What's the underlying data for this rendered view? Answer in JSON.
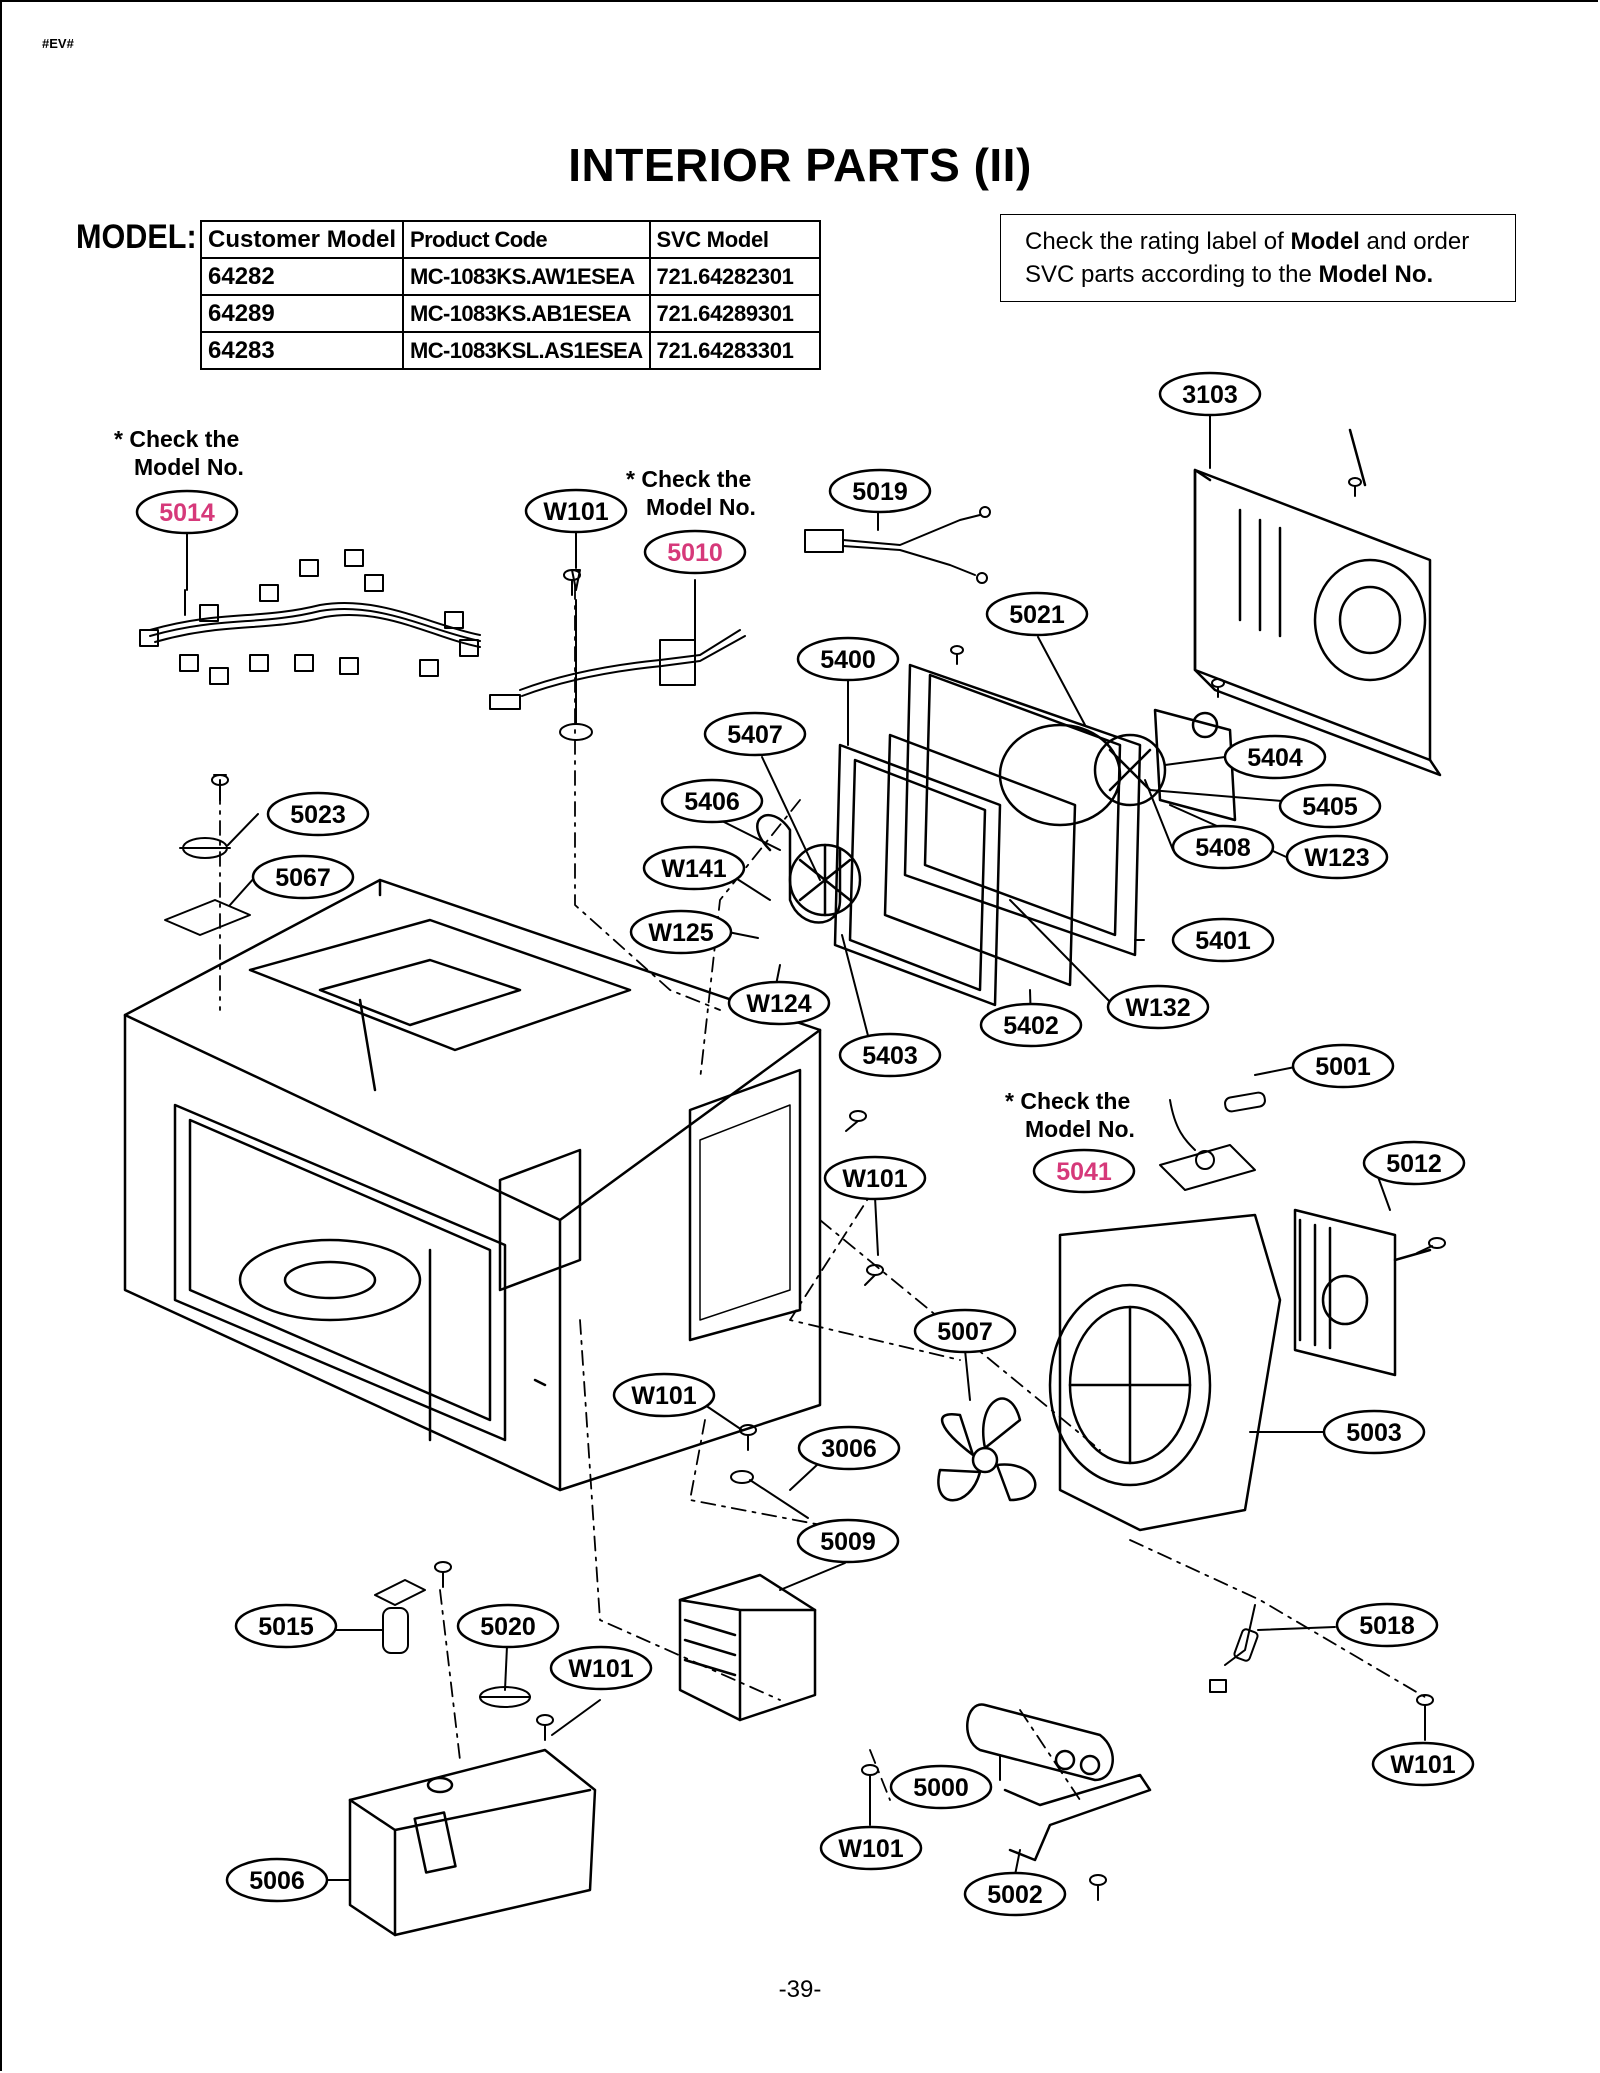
{
  "header": {
    "code": "#EV#",
    "title": "INTERIOR PARTS (II)"
  },
  "model_table": {
    "label": "MODEL:",
    "columns": [
      "Customer Model",
      "Product Code",
      "SVC Model"
    ],
    "rows": [
      [
        "64282",
        "MC-1083KS.AW1ESEA",
        "721.64282301"
      ],
      [
        "64289",
        "MC-1083KS.AB1ESEA",
        "721.64289301"
      ],
      [
        "64283",
        "MC-1083KSL.AS1ESEA",
        "721.64283301"
      ]
    ]
  },
  "notice": {
    "part1": "Check the rating label of ",
    "bold1": "Model",
    "part2": " and order SVC parts according to the ",
    "bold2": "Model No."
  },
  "check_notes": [
    {
      "line1": "* Check the",
      "line2": "Model No."
    },
    {
      "line1": "* Check the",
      "line2": "Model No."
    },
    {
      "line1": "* Check the",
      "line2": "Model No."
    }
  ],
  "part_labels": {
    "p3103": "3103",
    "p5014": "5014",
    "pW101a": "W101",
    "p5010": "5010",
    "p5019": "5019",
    "p5021": "5021",
    "p5400": "5400",
    "p5407": "5407",
    "p5404": "5404",
    "p5406": "5406",
    "p5405": "5405",
    "p5023": "5023",
    "p5408": "5408",
    "pW123": "W123",
    "p5067": "5067",
    "pW141": "W141",
    "pW125": "W125",
    "p5401": "5401",
    "pW124": "W124",
    "pW132": "W132",
    "p5402": "5402",
    "p5403": "5403",
    "p5001": "5001",
    "p5041": "5041",
    "p5012": "5012",
    "pW101b": "W101",
    "p5007": "5007",
    "pW101c": "W101",
    "p3006": "3006",
    "p5003": "5003",
    "p5009": "5009",
    "p5015": "5015",
    "p5020": "5020",
    "pW101d": "W101",
    "p5018": "5018",
    "p5000": "5000",
    "pW101e": "W101",
    "pW101f": "W101",
    "p5006": "5006",
    "p5002": "5002"
  },
  "colors": {
    "line": "#000000",
    "highlight": "#d6397a"
  },
  "footer": {
    "page_number": "-39-"
  }
}
